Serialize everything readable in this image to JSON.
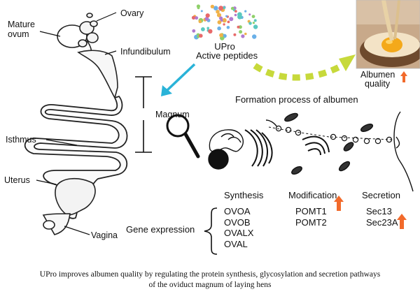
{
  "oviduct_labels": {
    "ovary": "Ovary",
    "mature_ovum": [
      "Mature",
      "ovum"
    ],
    "infundibulum": "Infundibulum",
    "magnum": "Magnum",
    "isthmus": "Isthmus",
    "uterus": "Uterus",
    "vagina": "Vagina"
  },
  "upro": [
    "UPro",
    "Active peptides"
  ],
  "albumen_quality": [
    "Albumen",
    "quality"
  ],
  "formation_title": "Formation process of albumen",
  "stages": {
    "synthesis": "Synthesis",
    "modification": "Modification",
    "secretion": "Secretion"
  },
  "gene_expression_label": "Gene expression",
  "genes": {
    "synthesis": [
      "OVOA",
      "OVOB",
      "OVALX",
      "OVAL"
    ],
    "modification": [
      "POMT1",
      "POMT2"
    ],
    "secretion": [
      "Sec13",
      "Sec23A"
    ]
  },
  "caption": [
    "UPro improves albumen quality by regulating the protein synthesis, glycosylation and secretion pathways",
    "of the oviduct magnum of laying hens"
  ],
  "colors": {
    "upregulation_arrow": "#f26a2b",
    "pointer_arrow": "#2ab3d8",
    "dashed_arrow": "#c7d93b"
  },
  "icons": {
    "magnifier": "magnifier-icon",
    "upregulation": "up-arrow-icon"
  }
}
